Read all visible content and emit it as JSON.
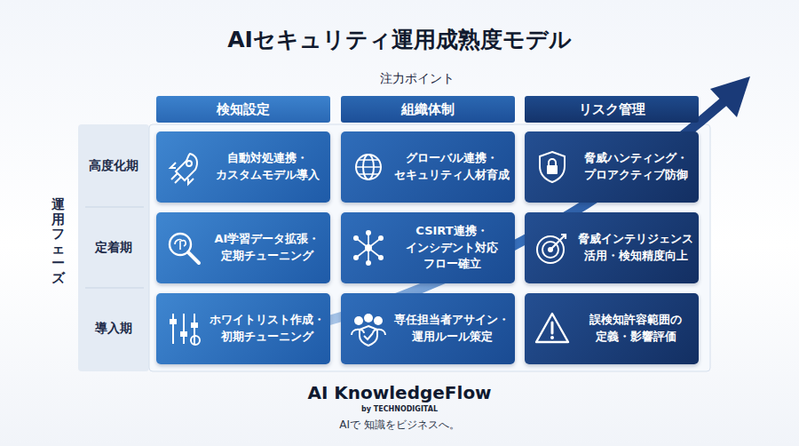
{
  "diagram": {
    "title": "AIセキュリティ運用成熟度モデル",
    "nodes": [
      {
        "text": [
          "検知設定"
        ]
      },
      {
        "text": [
          "組織体制"
        ]
      },
      {
        "text": [
          "リスク管理"
        ]
      },
      {
        "text": [
          "自動対処連携・ カスタムモデル導入"
        ]
      },
      {
        "text": [
          "グローバル連携・ セキュリティ人材育成"
        ]
      },
      {
        "text": [
          "脅威ハンティング・ プロアクティブ防御"
        ]
      },
      {
        "text": [
          "AI学習データ拡張・ 定期チューニング"
        ]
      },
      {
        "text": [
          "CSIRT連携・ インシデント対応 フロー確立"
        ]
      },
      {
        "text": [
          "脅威インテリジェンス 活用・検知精度向上"
        ]
      },
      {
        "text": [
          "ホワイトリスト作成・ 初期チューニング"
        ]
      },
      {
        "text": [
          "専任担当者アサイン・ 運用ルール策定"
        ]
      },
      {
        "text": [
          "誤検知許容範囲の 定義・影響評価"
        ]
      }
    ],
    "labels": [
      "注力ポイント",
      "運用フェーズ",
      "高度化期",
      "定着期",
      "導入期",
      "AI KnowledgeFlow",
      "by TECHNODIGITAL",
      "AIで 知識をビジネスへ。"
    ]
  }
}
